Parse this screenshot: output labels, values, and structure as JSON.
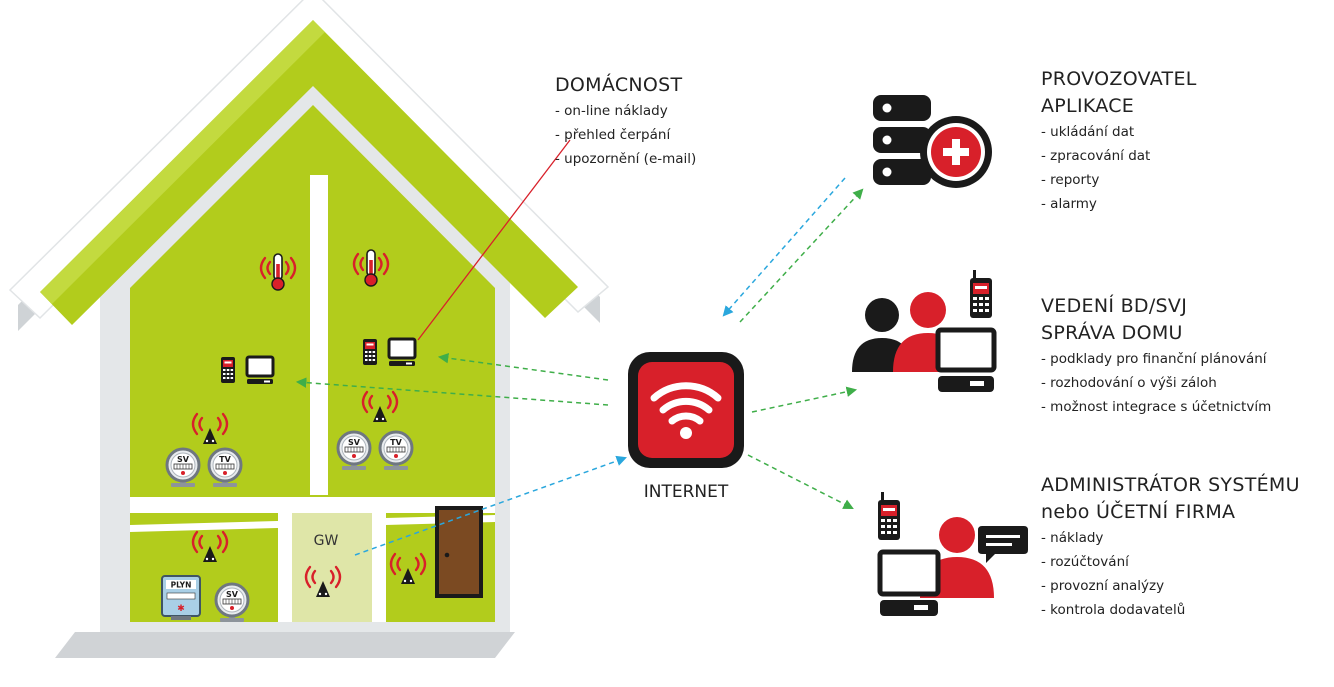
{
  "household": {
    "title": "DOMÁCNOST",
    "items": [
      "on-line náklady",
      "přehled čerpání",
      "upozornění (e-mail)"
    ]
  },
  "operator": {
    "title_lines": [
      "PROVOZOVATEL",
      "APLIKACE"
    ],
    "items": [
      "ukládání dat",
      "zpracování dat",
      "reporty",
      "alarmy"
    ]
  },
  "management": {
    "title_lines": [
      "VEDENÍ BD/SVJ",
      "SPRÁVA DOMU"
    ],
    "items": [
      "podklady pro finanční plánování",
      "rozhodování o výši záloh",
      "možnost integrace s účetnictvím"
    ]
  },
  "admin": {
    "title_lines": [
      "ADMINISTRÁTOR SYSTÉMU",
      "nebo  ÚČETNÍ FIRMA"
    ],
    "items": [
      "náklady",
      "rozúčtování",
      "provozní analýzy",
      "kontrola dodavatelů"
    ]
  },
  "internet_label": "INTERNET",
  "gateway_label": "GW",
  "meter_labels": {
    "cold_water": "SV",
    "hot_water": "TV",
    "gas": "PLYN"
  },
  "colors": {
    "house_green": "#b2cc1c",
    "accent_red": "#d8202a",
    "icon_dark": "#1a1a1a",
    "arrow_green": "#3fae49",
    "arrow_blue": "#2aa7dd",
    "line_red": "#d8202a"
  },
  "icons": [
    "thermometer-icon",
    "mobile-phone-icon",
    "computer-icon",
    "wireless-sensor-icon",
    "water-meter-icon",
    "gas-meter-icon",
    "door-icon",
    "wifi-icon",
    "server-icon",
    "users-icon",
    "user-chat-icon"
  ]
}
